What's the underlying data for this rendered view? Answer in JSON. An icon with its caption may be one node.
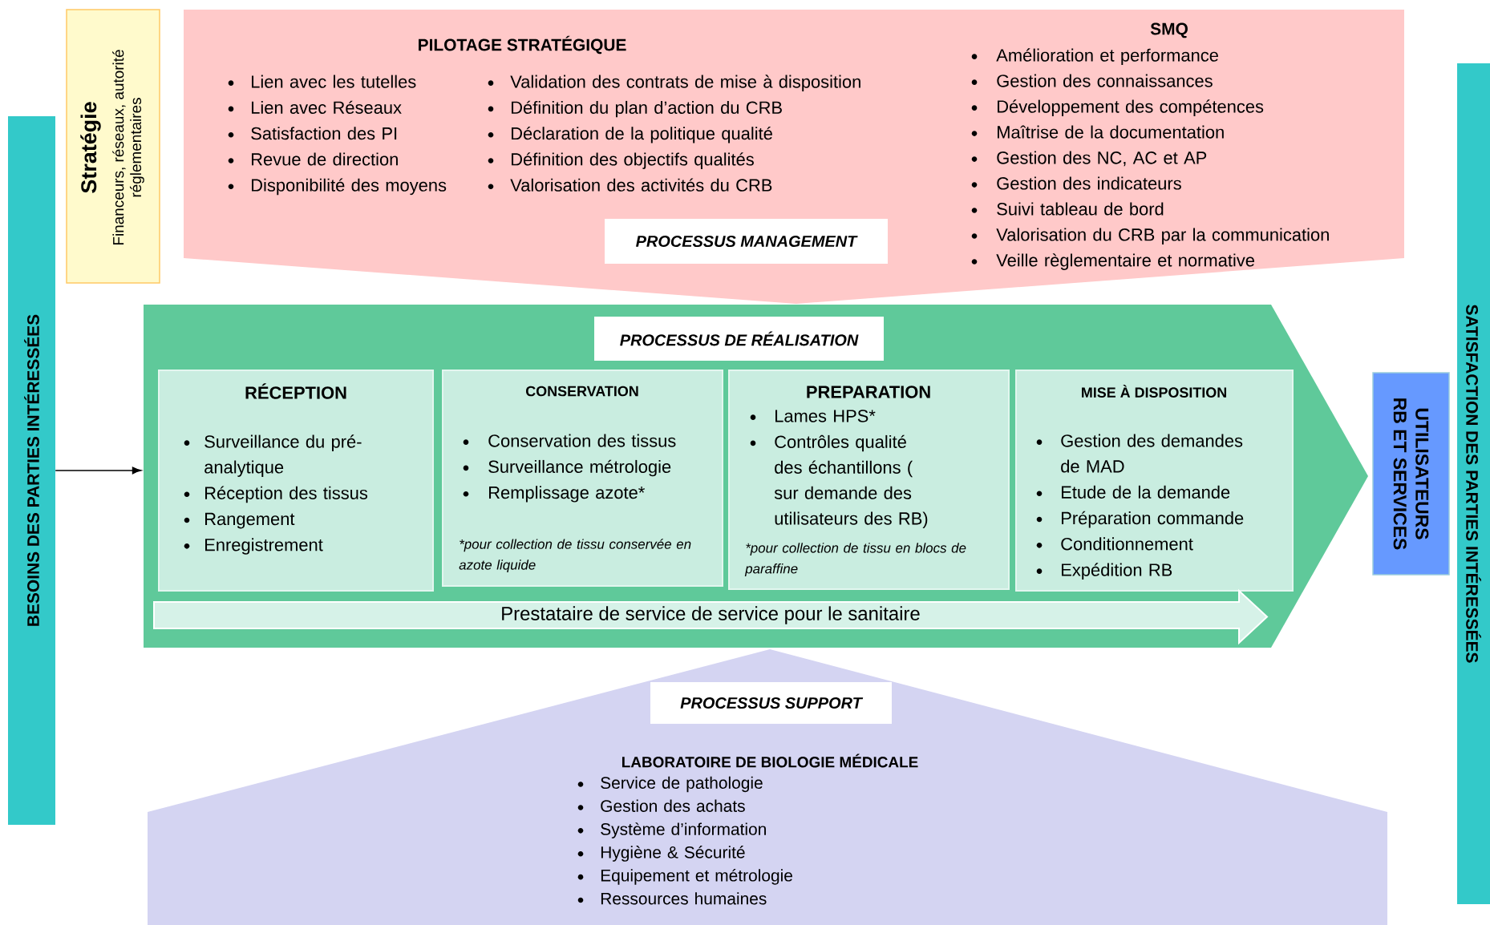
{
  "diagram": {
    "nodes": [
      {
        "text": [
          "BESOINS DES PARTIES INTÉRESSÉES"
        ]
      },
      {
        "text": [
          "Stratégie",
          "Financeurs, réseaux, autorité réglementaires"
        ]
      },
      {
        "text": [
          "PILOTAGE STRATÉGIQUE",
          "Lien avec les tutelles",
          "Lien avec Réseaux",
          "Satisfaction des PI",
          "Revue de direction",
          "Disponibilité des moyens",
          "Validation des contrats de mise à disposition",
          "Définition du plan d’action du CRB",
          "Déclaration de la politique qualité",
          "Définition des objectifs qualités",
          "Valorisation des activités du CRB",
          "SMQ",
          "Amélioration et performance",
          "Gestion des connaissances",
          "Développement des compétences",
          "Maîtrise de la documentation",
          "Gestion des NC, AC et AP",
          "Gestion des indicateurs",
          "Suivi tableau de bord",
          "Valorisation du CRB par la communication",
          "Veille règlementaire et normative"
        ]
      },
      {
        "text": [
          "PROCESSUS MANAGEMENT"
        ],
        "in": 2
      },
      {
        "text": [],
        "shape": "arrow"
      },
      {
        "text": [
          "PROCESSUS DE RÉALISATION"
        ],
        "in": 4
      },
      {
        "text": [
          "RÉCEPTION",
          "Surveillance du pré-analytique",
          "Réception des tissus",
          "Rangement",
          "Enregistrement"
        ],
        "in": 4
      },
      {
        "text": [
          "CONSERVATION",
          "Conservation des tissus",
          "Surveillance métrologie",
          "Remplissage azote*",
          "*pour collection de tissu conservée en azote liquide"
        ],
        "in": 4
      },
      {
        "text": [
          "PREPARATION",
          "Lames HPS*",
          "Contrôles qualité des échantillons ( sur demande des utilisateurs des RB)",
          "*pour collection de tissu en blocs de paraffine"
        ],
        "in": 4
      },
      {
        "text": [
          "MISE À DISPOSITION",
          "Gestion des demandes de MAD",
          "Etude de la demande",
          "Préparation commande",
          "Conditionnement",
          "Expédition RB"
        ],
        "in": 4
      },
      {
        "text": [
          "Prestataire de service de service pour le sanitaire"
        ],
        "in": 4
      },
      {
        "text": [
          "LABORATOIRE DE BIOLOGIE MÉDICALE",
          "Service de pathologie",
          "Gestion des achats",
          "Système d’information",
          "Hygiène & Sécurité",
          "Equipement et métrologie",
          "Ressources humaines"
        ]
      },
      {
        "text": [
          "PROCESSUS SUPPORT"
        ],
        "in": 11
      },
      {
        "text": [
          "UTILISATEURS RB ET SERVICES"
        ]
      },
      {
        "text": [
          "SATISFACTION DES PARTIES INTÉRESSÉES"
        ]
      }
    ],
    "edges": [
      {
        "from": 0,
        "to": 4,
        "arrow": "to"
      }
    ]
  }
}
